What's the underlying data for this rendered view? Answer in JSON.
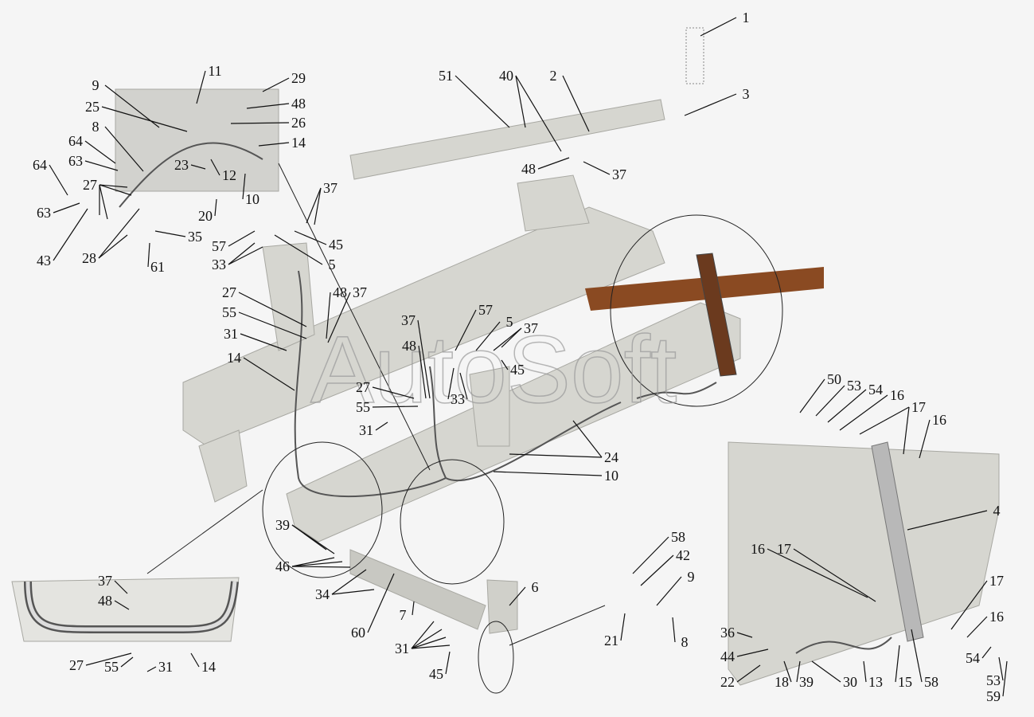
{
  "watermark": "AutoSoft",
  "colors": {
    "background": "#f5f5f5",
    "frame": "#cfcfc9",
    "beam": "#8a4a22",
    "leader": "#111111"
  },
  "labels": [
    "11",
    "29",
    "9",
    "48",
    "25",
    "26",
    "8",
    "14",
    "64",
    "63",
    "64",
    "23",
    "12",
    "10",
    "27",
    "63",
    "20",
    "35",
    "43",
    "28",
    "61",
    "57",
    "33",
    "37",
    "45",
    "5",
    "51",
    "40",
    "2",
    "1",
    "3",
    "48",
    "37",
    "27",
    "48",
    "37",
    "55",
    "31",
    "14",
    "37",
    "57",
    "5",
    "37",
    "48",
    "45",
    "27",
    "55",
    "33",
    "31",
    "24",
    "10",
    "50",
    "53",
    "54",
    "16",
    "17",
    "16",
    "4",
    "16",
    "17",
    "17",
    "16",
    "36",
    "44",
    "22",
    "18",
    "39",
    "30",
    "13",
    "15",
    "58",
    "54",
    "53",
    "59",
    "58",
    "42",
    "9",
    "21",
    "8",
    "6",
    "39",
    "46",
    "34",
    "7",
    "60",
    "31",
    "45",
    "37",
    "48",
    "27",
    "55",
    "31",
    "14"
  ]
}
